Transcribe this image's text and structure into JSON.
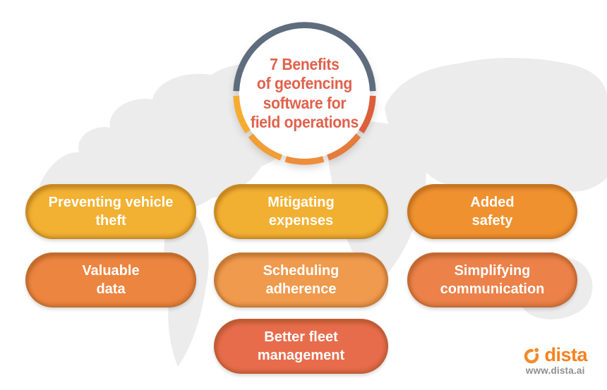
{
  "title": {
    "text": "7 Benefits\nof geofencing\nsoftware for\nfield operations",
    "color": "#E0614C"
  },
  "ring": {
    "top": "#5E6C7E",
    "segments": [
      "#DC5F3B",
      "#E57B3D",
      "#EE8E3A",
      "#F19D38",
      "#F5AC31"
    ]
  },
  "benefits": [
    {
      "label": "Preventing vehicle\ntheft",
      "color": "#F2B132"
    },
    {
      "label": "Mitigating\nexpenses",
      "color": "#F2B032"
    },
    {
      "label": "Added\nsafety",
      "color": "#F0912F"
    },
    {
      "label": "Valuable\ndata",
      "color": "#EC8540"
    },
    {
      "label": "Scheduling\nadherence",
      "color": "#F09A4D"
    },
    {
      "label": "Simplifying\ncommunication",
      "color": "#EC8149"
    },
    {
      "label": "Better fleet\nmanagement",
      "color": "#E76C4C"
    }
  ],
  "footer": {
    "brand": "dista",
    "url": "www.dista.ai",
    "brand_color": "#F5821F",
    "logo_color": "#F28B2B",
    "url_color": "#8F8F8F"
  },
  "background": {
    "map_color": "#ECECEC"
  }
}
